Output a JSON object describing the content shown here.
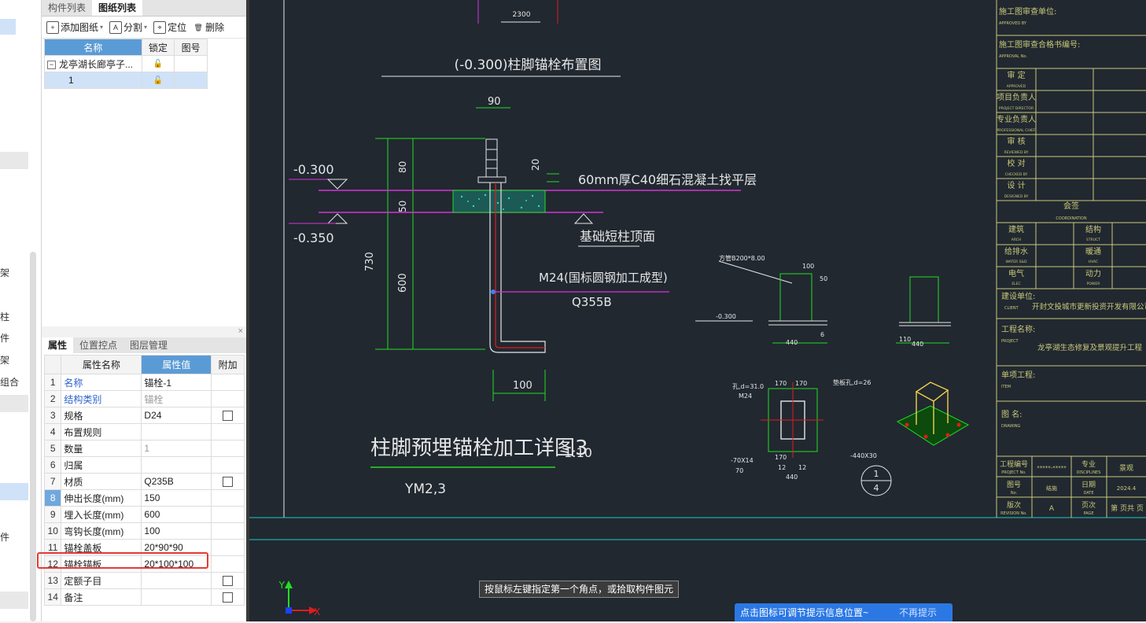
{
  "left_strip": {
    "fragments": [
      "架",
      "柱",
      "件",
      "架",
      "组合",
      "件"
    ]
  },
  "drawing_panel": {
    "tabs": [
      "构件列表",
      "图纸列表"
    ],
    "toolbar": {
      "add_label": "添加图纸",
      "split_label": "分割",
      "locate_label": "定位",
      "delete_label": "删除"
    },
    "columns": [
      "名称",
      "锁定",
      "图号"
    ],
    "rows": [
      {
        "expander": "−",
        "name": "龙亭湖长廊亭子...",
        "lock": "🔓",
        "figure_no": ""
      },
      {
        "expander": "",
        "name": "1",
        "lock": "🔓",
        "figure_no": ""
      }
    ]
  },
  "properties": {
    "close_label": "×",
    "tabs": [
      "属性",
      "位置控点",
      "图层管理"
    ],
    "columns": [
      "属性名称",
      "属性值",
      "附加"
    ],
    "rows": [
      {
        "index": "1",
        "name": "名称",
        "value": "锚栓-1",
        "attach": false,
        "has_checkbox": false
      },
      {
        "index": "2",
        "name": "结构类别",
        "value": "锚栓",
        "attach": false,
        "has_checkbox": false
      },
      {
        "index": "3",
        "name": "规格",
        "value": "D24",
        "attach": false,
        "has_checkbox": true
      },
      {
        "index": "4",
        "name": "布置规则",
        "value": "",
        "attach": false,
        "has_checkbox": false
      },
      {
        "index": "5",
        "name": "数量",
        "value": "1",
        "attach": false,
        "has_checkbox": false
      },
      {
        "index": "6",
        "name": "归属",
        "value": "",
        "attach": false,
        "has_checkbox": false
      },
      {
        "index": "7",
        "name": "材质",
        "value": "Q235B",
        "attach": false,
        "has_checkbox": true
      },
      {
        "index": "8",
        "name": "伸出长度(mm)",
        "value": "150",
        "attach": false,
        "has_checkbox": false
      },
      {
        "index": "9",
        "name": "埋入长度(mm)",
        "value": "600",
        "attach": false,
        "has_checkbox": false
      },
      {
        "index": "10",
        "name": "弯钩长度(mm)",
        "value": "100",
        "attach": false,
        "has_checkbox": false
      },
      {
        "index": "11",
        "name": "锚栓盖板",
        "value": "20*90*90",
        "attach": false,
        "has_checkbox": false
      },
      {
        "index": "12",
        "name": "锚栓锚板",
        "value": "20*100*100",
        "attach": false,
        "has_checkbox": false
      },
      {
        "index": "13",
        "name": "定额子目",
        "value": "",
        "attach": false,
        "has_checkbox": true
      },
      {
        "index": "14",
        "name": "备注",
        "value": "",
        "attach": false,
        "has_checkbox": true
      }
    ]
  },
  "cad": {
    "plan_title": "(-0.300)柱脚锚栓布置图",
    "plan_dim": "2300",
    "dim_90": "90",
    "dim_20": "20",
    "dim_80": "80",
    "dim_50": "50",
    "dim_730": "730",
    "dim_600": "600",
    "dim_100": "100",
    "elev_top": "-0.300",
    "elev_bottom": "-0.350",
    "note_grout": "60mm厚C40细石混凝土找平层",
    "note_pier": "基础短柱顶面",
    "note_bolt": "M24(国标圆钢加工成型)",
    "note_steel": "Q355B",
    "detail_title": "柱脚预埋锚栓加工详图3",
    "detail_scale": "1:10",
    "detail_ref": "YM2,3",
    "small_tube": "方管B200*8.00",
    "small_elev": "-0.300",
    "small_dims": [
      "100",
      "50",
      "440",
      "6",
      "110",
      "440",
      "170",
      "170",
      "170",
      "12",
      "12",
      "440"
    ],
    "small_labels": [
      "孔,d=31.0",
      "M24",
      "垫板孔,d=26",
      "-70X14",
      "70",
      "-440X30"
    ],
    "detail_circle_top": "1",
    "detail_circle_bottom": "4",
    "coord_y": "Y",
    "coord_x": "X"
  },
  "title_block": {
    "rows": [
      {
        "cn": "施工图审查单位:",
        "en": "APPROVED BY"
      },
      {
        "cn": "施工图审查合格书编号:",
        "en": "APPROVAL No."
      }
    ],
    "signoff": [
      {
        "cn": "审 定",
        "en": "APPROVED"
      },
      {
        "cn": "项目负责人",
        "en": "PROJECT DIRECTOR"
      },
      {
        "cn": "专业负责人",
        "en": "PROFESSIONAL CHIEF"
      },
      {
        "cn": "审 核",
        "en": "REVIEWED BY"
      },
      {
        "cn": "校 对",
        "en": "CHECKED BY"
      },
      {
        "cn": "设 计",
        "en": "DESIGNED BY"
      }
    ],
    "cosign_title": "会签",
    "cosign_en": "COORDINATION",
    "cosign": [
      {
        "left": "建筑",
        "left_en": "ARCH",
        "right": "结构",
        "right_en": "STRUCT"
      },
      {
        "left": "给排水",
        "left_en": "WATER S&D",
        "right": "暖通",
        "right_en": "HVAC"
      },
      {
        "left": "电气",
        "left_en": "ELEC",
        "right": "动力",
        "right_en": "POWER"
      }
    ],
    "client_label": "建设单位:",
    "client_en": "CLIENT",
    "client_value": "开封文投城市更新投资开发有限公司",
    "project_label": "工程名称:",
    "project_en": "PROJECT",
    "project_value": "龙亭湖生态修复及景观提升工程",
    "item_label": "单项工程:",
    "item_en": "ITEM",
    "drawing_label": "图 名:",
    "drawing_en": "DRAWING",
    "footer": {
      "project_no_label": "工程编号",
      "project_no_en": "PROJECT No.",
      "project_no_value": "*****-*****",
      "discipline_label": "专业",
      "discipline_en": "DISCIPLINES",
      "discipline_value": "景观",
      "drawing_no_label": "图号",
      "drawing_no_en": "No.",
      "drawing_no_value": "结施",
      "date_label": "日期",
      "date_en": "DATE",
      "date_value": "2024.4",
      "version_label": "版次",
      "version_en": "REVISION No.",
      "version_value": "A",
      "page_label": "页次",
      "page_en": "PAGE",
      "page_value": "第 页共 页"
    }
  },
  "status": {
    "hint": "按鼠标左键指定第一个角点，或拾取构件图元",
    "notice": "点击图标可调节提示信息位置~",
    "notice_dismiss": "不再提示"
  },
  "colors": {
    "canvas_bg": "#212830",
    "cad_green": "#22dd22",
    "cad_white": "#e6e6e6",
    "cad_magenta": "#d633d6",
    "cad_red": "#e01b1b",
    "cad_cyan": "#1ec8c8",
    "title_yellow": "#c9c97a",
    "accent_blue": "#5b9bd5",
    "highlight_red": "#e53935"
  }
}
